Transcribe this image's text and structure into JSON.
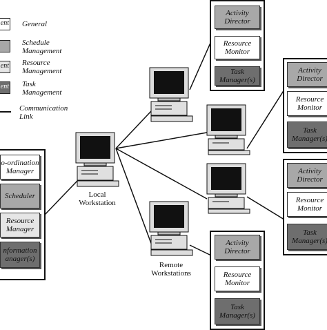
{
  "legend": {
    "items": [
      {
        "swatch_text": "ent",
        "label": "General"
      },
      {
        "swatch_text": "",
        "label": "Schedule\nManagement"
      },
      {
        "swatch_text": "ent",
        "label": "Resource\nManagement"
      },
      {
        "swatch_text": "ent",
        "label": "Task\nManagement"
      },
      {
        "swatch_text": "",
        "label": "Communication\nLink"
      }
    ]
  },
  "local_group": {
    "boxes": [
      "o-ordination\nManager",
      "Scheduler",
      "Resource\nManager",
      "nformation\nanager(s)"
    ]
  },
  "remote_group": {
    "boxes": [
      "Activity\nDirector",
      "Resource\nMonitor",
      "Task\nManager(s)"
    ]
  },
  "labels": {
    "local": "Local\nWorkstation",
    "remote": "Remote\nWorkstations"
  },
  "colors": {
    "general": "#ffffff",
    "schedule": "#a8a8a8",
    "resource": "#e6e6e6",
    "task": "#6e6e6e"
  }
}
